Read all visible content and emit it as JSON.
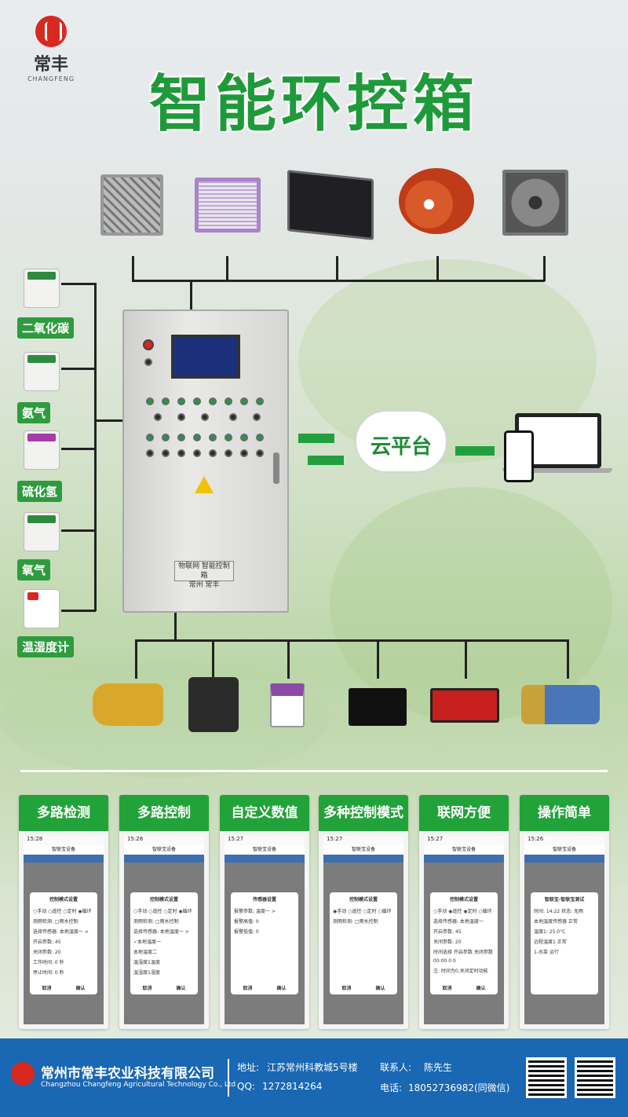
{
  "brand": {
    "name_cn": "常丰",
    "name_en": "CHANGFENG"
  },
  "title": "智能环控箱",
  "sensors": [
    "二氧化碳",
    "氨气",
    "硫化氢",
    "氧气",
    "温湿度计"
  ],
  "cabinet": {
    "plate_line1": "物联网 智能控制箱",
    "plate_line2": "常州  常丰"
  },
  "cloud": "云平台",
  "features": [
    "多路检测",
    "多路控制",
    "自定义数值",
    "多种控制模式",
    "联网方便",
    "操作简单"
  ],
  "phones": [
    {
      "time": "15:28",
      "title": "智联宝设备",
      "dialog_title": "控制模式设置",
      "rows": [
        "○手动 ○遥控 ○定时 ◉循环",
        "测雨检测:  □雨水控制",
        "选择传感器:  本地温度一 >",
        "开启参数:  45",
        "关闭参数:  20",
        "工作时间:  0   秒",
        "停止时间:  0   秒"
      ],
      "cancel": "取消",
      "confirm": "确认"
    },
    {
      "time": "15:28",
      "title": "智联宝设备",
      "dialog_title": "控制模式设置",
      "rows": [
        "○手动 ○遥控 ○定时 ◉循环",
        "测雨检测:  □雨水控制",
        "选择传感器:  本地温度一 >",
        "✓本地温度一",
        "本地温度二",
        "温湿度1温度",
        "温湿度1湿度"
      ],
      "cancel": "取消",
      "confirm": "确认"
    },
    {
      "time": "15:27",
      "title": "智联宝设备",
      "dialog_title": "传感器设置",
      "rows": [
        "报警参数:  温度一  >",
        "报警高值:  0",
        "报警低值:  0"
      ],
      "cancel": "取消",
      "confirm": "确认"
    },
    {
      "time": "15:27",
      "title": "智联宝设备",
      "dialog_title": "控制模式设置",
      "rows": [
        "◉手动 ○遥控 ○定时 ○循环",
        "测雨检测:  □雨水控制"
      ],
      "cancel": "取消",
      "confirm": "确认"
    },
    {
      "time": "15:27",
      "title": "智联宝设备",
      "dialog_title": "控制模式设置",
      "rows": [
        "○手动 ◉遥控 ◉定时 ○循环",
        "选择传感器:  本地温度一",
        "开启参数:  45",
        "关闭参数:  20",
        "时间选择  开启参数  关闭参数",
        "00:00   0   0",
        "注: 时间为0,关闭定时功能"
      ],
      "cancel": "取消",
      "confirm": "确认"
    },
    {
      "time": "15:26",
      "title": "智联宝设备",
      "dialog_title": "智联宝-智联宝测试",
      "rows": [
        "时间:  14:22   状态:  无雨",
        "本地温度传感器   正常",
        "温度1:  25.0°C",
        "远程温度1   正常",
        "1-水泵   运行"
      ],
      "cancel": "",
      "confirm": ""
    }
  ],
  "footer": {
    "company": "常州市常丰农业科技有限公司",
    "company_en": "Changzhou Changfeng Agricultural Technology Co., Ltd",
    "address_label": "地址:",
    "address": "江苏常州科教城5号楼",
    "contact_label": "联系人:",
    "contact": "陈先生",
    "qq_label": "QQ:",
    "qq": "1272814264",
    "phone_label": "电话:",
    "phone": "18052736982(同微信)"
  },
  "colors": {
    "accent_green": "#22a33a",
    "footer_blue": "#1a67b3",
    "brand_red": "#d9281f"
  }
}
